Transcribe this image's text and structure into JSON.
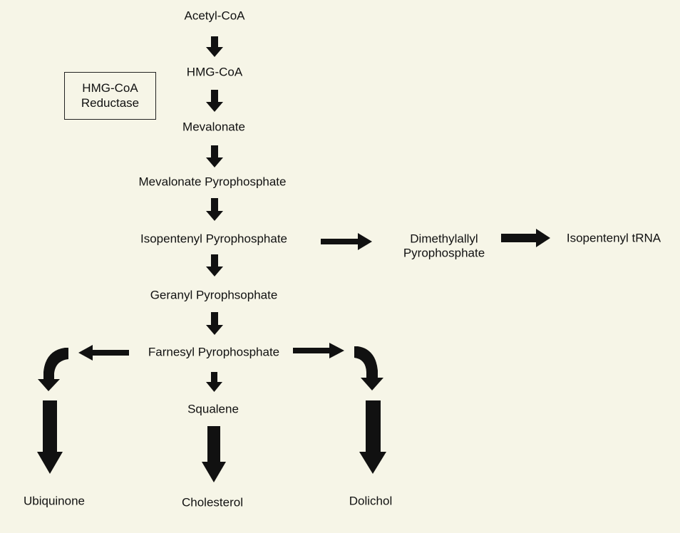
{
  "pathway": {
    "acetyl_coa": "Acetyl-CoA",
    "hmg_coa": "HMG-CoA",
    "mevalonate": "Mevalonate",
    "mevalonate_pp": "Mevalonate Pyrophosphate",
    "isopentenyl_pp": "Isopentenyl Pyrophosphate",
    "geranyl_pp": "Geranyl Pyrophsophate",
    "farnesyl_pp": "Farnesyl Pyrophosphate",
    "squalene": "Squalene",
    "cholesterol": "Cholesterol",
    "ubiquinone": "Ubiquinone",
    "dolichol": "Dolichol",
    "dimethylallyl_line1": "Dimethylallyl",
    "dimethylallyl_line2": "Pyrophosphate",
    "isopentenyl_trna": "Isopentenyl tRNA"
  },
  "enzyme": {
    "line1": "HMG-CoA",
    "line2": "Reductase"
  },
  "colors": {
    "background": "#f6f5e7",
    "arrow": "#111111",
    "text": "#111111"
  }
}
